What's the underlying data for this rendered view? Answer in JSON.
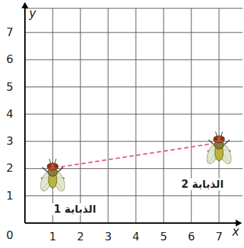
{
  "diagram": {
    "labels": [
      "y",
      "7",
      "6",
      "5",
      "4",
      "3",
      "2",
      "1",
      "0",
      "1",
      "2",
      "3",
      "4",
      "5",
      "6",
      "7",
      "x",
      "الذبابة 1",
      "الذبابة 2"
    ]
  }
}
